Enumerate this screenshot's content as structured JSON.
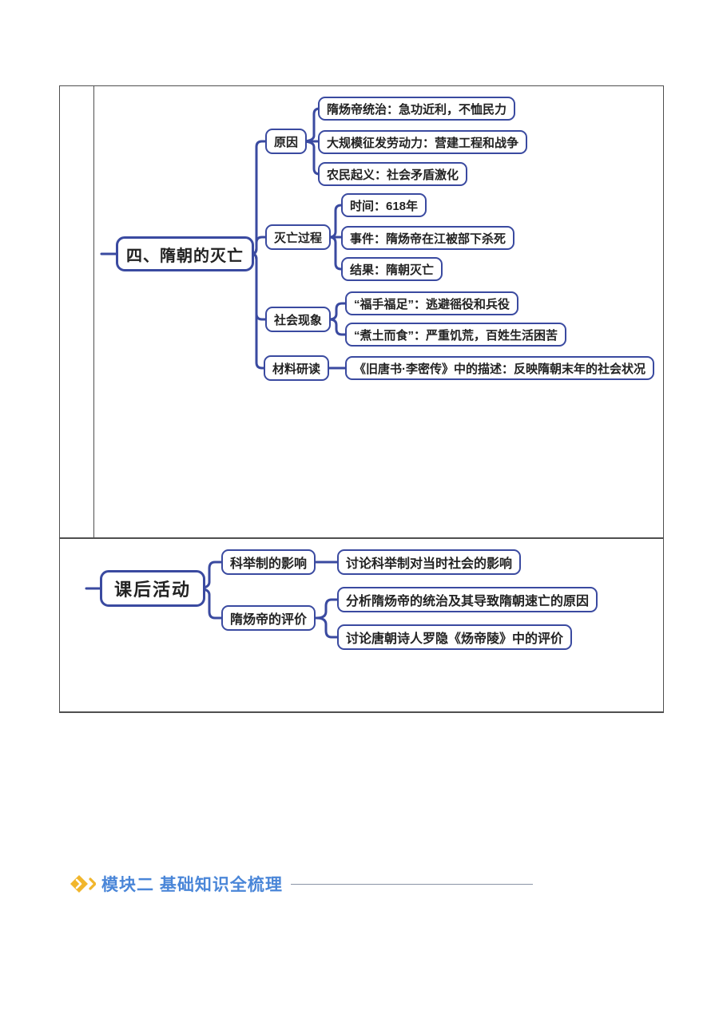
{
  "mindmap_sui_fall": {
    "root": "四、隋朝的灭亡",
    "branches": [
      {
        "label": "原因",
        "children": [
          "隋炀帝统治：急功近利，不恤民力",
          "大规模征发劳动力：营建工程和战争",
          "农民起义：社会矛盾激化"
        ]
      },
      {
        "label": "灭亡过程",
        "children": [
          "时间：618年",
          "事件：隋炀帝在江被部下杀死",
          "结果：隋朝灭亡"
        ]
      },
      {
        "label": "社会现象",
        "children": [
          "“福手福足”：逃避徭役和兵役",
          "“煮土而食”：严重饥荒，百姓生活困苦"
        ]
      },
      {
        "label": "材料研读",
        "children": [
          "《旧唐书·李密传》中的描述：反映隋朝末年的社会状况"
        ]
      }
    ]
  },
  "mindmap_activities": {
    "root": "课后活动",
    "branches": [
      {
        "label": "科举制的影响",
        "children": [
          "讨论科举制对当时社会的影响"
        ]
      },
      {
        "label": "隋炀帝的评价",
        "children": [
          "分析隋炀帝的统治及其导致隋朝速亡的原因",
          "讨论唐朝诗人罗隐《炀帝陵》中的评价"
        ]
      }
    ]
  },
  "module_header": {
    "title": "模块二 基础知识全梳理",
    "icon": "diamond-arrow-icon"
  },
  "colors": {
    "mindmap_line": "#3a4aa0",
    "node_text": "#222222",
    "frame_border": "#4f4f4f",
    "header_blue": "#4a86d8",
    "header_icon_yellow": "#f1b62c",
    "header_rule_gray": "#8a94a6"
  }
}
